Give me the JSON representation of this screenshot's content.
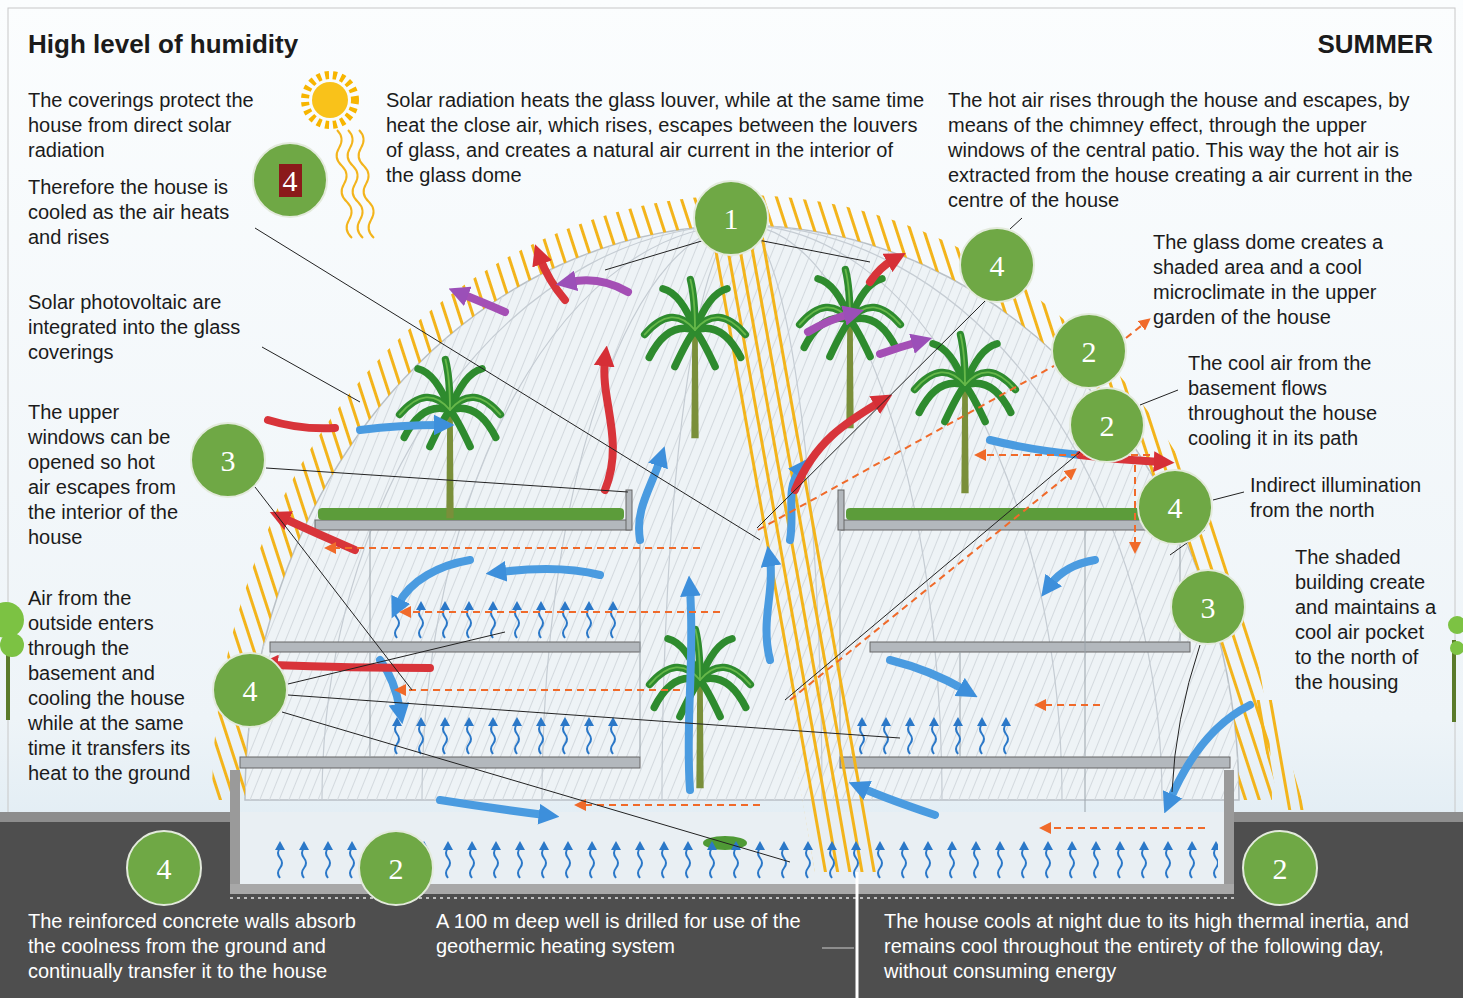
{
  "diagram": {
    "title": "High level of humidity",
    "nodes": [
      {
        "text": [
          "4"
        ]
      },
      {
        "text": [
          "1"
        ]
      },
      {
        "text": [
          "4"
        ]
      },
      {
        "text": [
          "2"
        ]
      },
      {
        "text": [
          "2"
        ]
      },
      {
        "text": [
          "3"
        ]
      },
      {
        "text": [
          "4"
        ]
      },
      {
        "text": [
          "3"
        ]
      },
      {
        "text": [
          "4"
        ]
      },
      {
        "text": [
          "4"
        ]
      },
      {
        "text": [
          "2"
        ]
      },
      {
        "text": [
          "2"
        ]
      }
    ],
    "labels": [
      "SUMMER",
      "The coverings protect the house from direct solar radiation",
      "Therefore the house is cooled as the air heats and rises",
      "Solar radiation heats the glass louver, while at the same time heat the close air, which rises, escapes between the louvers of glass, and creates a natural air current in the interior of the glass dome",
      "The hot air rises through the house and escapes, by means of the chimney effect, through the upper windows of the central patio. This way the hot air is extracted from the house creating a air current in the centre of the house",
      "The glass dome creates a shaded area and a cool microclimate in the upper garden of the house",
      "The cool air from the basement flows throughout the house cooling it in its path",
      "Solar photovoltaic are integrated into the glass coverings",
      "The upper windows can be opened so hot air escapes from the interior of the house",
      "Indirect illumination from the north",
      "The shaded building create and maintains a cool air pocket to the north of the housing",
      "Air from the outside enters through the basement and cooling the house while at the same time it transfers its heat to the ground",
      "The reinforced concrete walls absorb the coolness from the ground and continually transfer it to the house",
      "A 100 m deep well is drilled for use of the geothermic heating system",
      "The house cools at night due to its high thermal inertia, and remains cool throughout the entirety of the following day, without consuming energy"
    ]
  }
}
